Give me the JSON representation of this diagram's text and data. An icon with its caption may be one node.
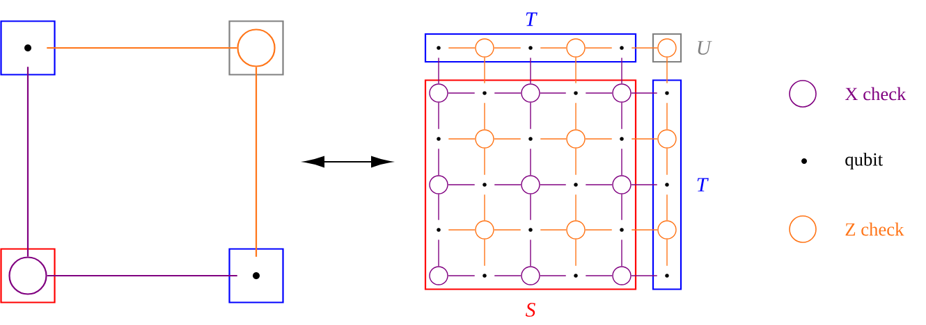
{
  "diagram": {
    "nodes": [
      {
        "text": [],
        "shape": "box"
      },
      {
        "text": [],
        "shape": "dot",
        "in": 0
      },
      {
        "text": [],
        "shape": "box"
      },
      {
        "text": [],
        "shape": "circle",
        "in": 2
      },
      {
        "text": [],
        "shape": "box"
      },
      {
        "text": [],
        "shape": "circle",
        "in": 4
      },
      {
        "text": [],
        "shape": "box"
      },
      {
        "text": [],
        "shape": "dot",
        "in": 6
      },
      {
        "text": [
          "T"
        ]
      },
      {
        "text": [
          "U"
        ]
      },
      {
        "text": [
          "S"
        ]
      },
      {
        "text": [
          "T"
        ]
      },
      {
        "text": [],
        "shape": "dot",
        "in": 8
      },
      {
        "text": [],
        "shape": "circle",
        "in": 8
      },
      {
        "text": [],
        "shape": "dot",
        "in": 8
      },
      {
        "text": [],
        "shape": "circle",
        "in": 8
      },
      {
        "text": [],
        "shape": "dot",
        "in": 8
      },
      {
        "text": [],
        "shape": "circle",
        "in": 9
      },
      {
        "text": [],
        "shape": "circle",
        "in": 10
      },
      {
        "text": [],
        "shape": "dot",
        "in": 10
      },
      {
        "text": [],
        "shape": "circle",
        "in": 10
      },
      {
        "text": [],
        "shape": "dot",
        "in": 10
      },
      {
        "text": [],
        "shape": "circle",
        "in": 10
      },
      {
        "text": [],
        "shape": "dot",
        "in": 11
      },
      {
        "text": [],
        "shape": "dot",
        "in": 10
      },
      {
        "text": [],
        "shape": "circle",
        "in": 10
      },
      {
        "text": [],
        "shape": "dot",
        "in": 10
      },
      {
        "text": [],
        "shape": "circle",
        "in": 10
      },
      {
        "text": [],
        "shape": "dot",
        "in": 10
      },
      {
        "text": [],
        "shape": "circle",
        "in": 11
      },
      {
        "text": [],
        "shape": "circle",
        "in": 10
      },
      {
        "text": [],
        "shape": "dot",
        "in": 10
      },
      {
        "text": [],
        "shape": "circle",
        "in": 10
      },
      {
        "text": [],
        "shape": "dot",
        "in": 10
      },
      {
        "text": [],
        "shape": "circle",
        "in": 10
      },
      {
        "text": [],
        "shape": "dot",
        "in": 11
      },
      {
        "text": [],
        "shape": "dot",
        "in": 10
      },
      {
        "text": [],
        "shape": "circle",
        "in": 10
      },
      {
        "text": [],
        "shape": "dot",
        "in": 10
      },
      {
        "text": [],
        "shape": "circle",
        "in": 10
      },
      {
        "text": [],
        "shape": "dot",
        "in": 10
      },
      {
        "text": [],
        "shape": "circle",
        "in": 11
      },
      {
        "text": [],
        "shape": "circle",
        "in": 10
      },
      {
        "text": [],
        "shape": "dot",
        "in": 10
      },
      {
        "text": [],
        "shape": "circle",
        "in": 10
      },
      {
        "text": [],
        "shape": "dot",
        "in": 10
      },
      {
        "text": [],
        "shape": "circle",
        "in": 10
      },
      {
        "text": [],
        "shape": "dot",
        "in": 11
      }
    ],
    "edges": [
      {
        "from": 1,
        "to": 3,
        "arrow": "none",
        "color": "#ff7518"
      },
      {
        "from": 1,
        "to": 5,
        "arrow": "none",
        "color": "#800080"
      },
      {
        "from": 3,
        "to": 7,
        "arrow": "none",
        "color": "#ff7518"
      },
      {
        "from": 5,
        "to": 7,
        "arrow": "none",
        "color": "#800080"
      },
      {
        "from": 12,
        "to": 13,
        "arrow": "none",
        "color": "#ff7518"
      },
      {
        "from": 13,
        "to": 14,
        "arrow": "none",
        "color": "#ff7518"
      },
      {
        "from": 14,
        "to": 15,
        "arrow": "none",
        "color": "#ff7518"
      },
      {
        "from": 15,
        "to": 16,
        "arrow": "none",
        "color": "#ff7518"
      },
      {
        "from": 16,
        "to": 17,
        "arrow": "none",
        "color": "#ff7518"
      },
      {
        "from": 18,
        "to": 19,
        "arrow": "none",
        "color": "#800080"
      },
      {
        "from": 19,
        "to": 20,
        "arrow": "none",
        "color": "#800080"
      },
      {
        "from": 20,
        "to": 21,
        "arrow": "none",
        "color": "#800080"
      },
      {
        "from": 21,
        "to": 22,
        "arrow": "none",
        "color": "#800080"
      },
      {
        "from": 22,
        "to": 23,
        "arrow": "none",
        "color": "#800080"
      },
      {
        "from": 24,
        "to": 25,
        "arrow": "none",
        "color": "#ff7518"
      },
      {
        "from": 25,
        "to": 26,
        "arrow": "none",
        "color": "#ff7518"
      },
      {
        "from": 26,
        "to": 27,
        "arrow": "none",
        "color": "#ff7518"
      },
      {
        "from": 27,
        "to": 28,
        "arrow": "none",
        "color": "#ff7518"
      },
      {
        "from": 28,
        "to": 29,
        "arrow": "none",
        "color": "#ff7518"
      },
      {
        "from": 30,
        "to": 31,
        "arrow": "none",
        "color": "#800080"
      },
      {
        "from": 31,
        "to": 32,
        "arrow": "none",
        "color": "#800080"
      },
      {
        "from": 32,
        "to": 33,
        "arrow": "none",
        "color": "#800080"
      },
      {
        "from": 33,
        "to": 34,
        "arrow": "none",
        "color": "#800080"
      },
      {
        "from": 34,
        "to": 35,
        "arrow": "none",
        "color": "#800080"
      },
      {
        "from": 36,
        "to": 37,
        "arrow": "none",
        "color": "#ff7518"
      },
      {
        "from": 37,
        "to": 38,
        "arrow": "none",
        "color": "#ff7518"
      },
      {
        "from": 38,
        "to": 39,
        "arrow": "none",
        "color": "#ff7518"
      },
      {
        "from": 39,
        "to": 40,
        "arrow": "none",
        "color": "#ff7518"
      },
      {
        "from": 40,
        "to": 41,
        "arrow": "none",
        "color": "#ff7518"
      },
      {
        "from": 42,
        "to": 43,
        "arrow": "none",
        "color": "#800080"
      },
      {
        "from": 43,
        "to": 44,
        "arrow": "none",
        "color": "#800080"
      },
      {
        "from": 44,
        "to": 45,
        "arrow": "none",
        "color": "#800080"
      },
      {
        "from": 45,
        "to": 46,
        "arrow": "none",
        "color": "#800080"
      },
      {
        "from": 46,
        "to": 47,
        "arrow": "none",
        "color": "#800080"
      },
      {
        "from": 12,
        "to": 18,
        "arrow": "none",
        "color": "#800080"
      },
      {
        "from": 18,
        "to": 24,
        "arrow": "none",
        "color": "#800080"
      },
      {
        "from": 24,
        "to": 30,
        "arrow": "none",
        "color": "#800080"
      },
      {
        "from": 30,
        "to": 36,
        "arrow": "none",
        "color": "#800080"
      },
      {
        "from": 36,
        "to": 42,
        "arrow": "none",
        "color": "#800080"
      },
      {
        "from": 13,
        "to": 19,
        "arrow": "none",
        "color": "#ff7518"
      },
      {
        "from": 19,
        "to": 25,
        "arrow": "none",
        "color": "#ff7518"
      },
      {
        "from": 25,
        "to": 31,
        "arrow": "none",
        "color": "#ff7518"
      },
      {
        "from": 31,
        "to": 37,
        "arrow": "none",
        "color": "#ff7518"
      },
      {
        "from": 37,
        "to": 43,
        "arrow": "none",
        "color": "#ff7518"
      },
      {
        "from": 14,
        "to": 20,
        "arrow": "none",
        "color": "#800080"
      },
      {
        "from": 20,
        "to": 26,
        "arrow": "none",
        "color": "#800080"
      },
      {
        "from": 26,
        "to": 32,
        "arrow": "none",
        "color": "#800080"
      },
      {
        "from": 32,
        "to": 38,
        "arrow": "none",
        "color": "#800080"
      },
      {
        "from": 38,
        "to": 44,
        "arrow": "none",
        "color": "#800080"
      },
      {
        "from": 15,
        "to": 21,
        "arrow": "none",
        "color": "#ff7518"
      },
      {
        "from": 21,
        "to": 27,
        "arrow": "none",
        "color": "#ff7518"
      },
      {
        "from": 27,
        "to": 33,
        "arrow": "none",
        "color": "#ff7518"
      },
      {
        "from": 33,
        "to": 39,
        "arrow": "none",
        "color": "#ff7518"
      },
      {
        "from": 39,
        "to": 45,
        "arrow": "none",
        "color": "#ff7518"
      },
      {
        "from": 16,
        "to": 22,
        "arrow": "none",
        "color": "#800080"
      },
      {
        "from": 22,
        "to": 28,
        "arrow": "none",
        "color": "#800080"
      },
      {
        "from": 28,
        "to": 34,
        "arrow": "none",
        "color": "#800080"
      },
      {
        "from": 34,
        "to": 40,
        "arrow": "none",
        "color": "#800080"
      },
      {
        "from": 40,
        "to": 46,
        "arrow": "none",
        "color": "#800080"
      },
      {
        "from": 17,
        "to": 23,
        "arrow": "none",
        "color": "#ff7518"
      },
      {
        "from": 23,
        "to": 29,
        "arrow": "none",
        "color": "#ff7518"
      },
      {
        "from": 29,
        "to": 35,
        "arrow": "none",
        "color": "#ff7518"
      },
      {
        "from": 35,
        "to": 41,
        "arrow": "none",
        "color": "#ff7518"
      },
      {
        "from": 41,
        "to": 47,
        "arrow": "none",
        "color": "#ff7518"
      }
    ],
    "legend": [
      {
        "text": "X check"
      },
      {
        "text": "qubit"
      },
      {
        "text": "Z check"
      }
    ]
  }
}
